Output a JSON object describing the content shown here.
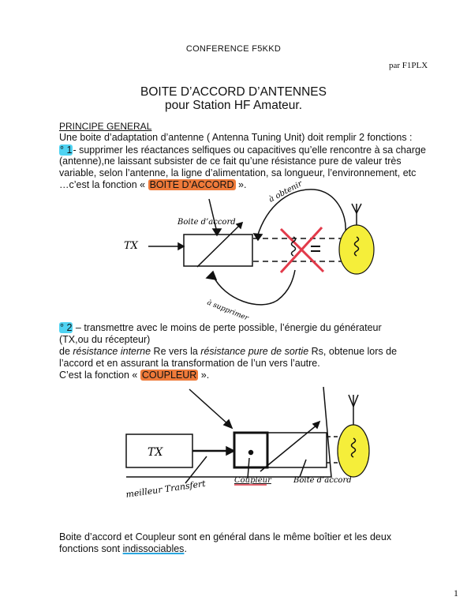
{
  "header": {
    "conference": "CONFERENCE  F5KKD",
    "author": "par  F1PLX"
  },
  "title": {
    "line1": "BOITE D’ACCORD D’ANTENNES",
    "line2": "pour Station  HF  Amateur."
  },
  "section_title": "PRINCIPE GENERAL",
  "intro": {
    "prefix": "Une ",
    "term": "boite d’adaptation d’antenne",
    "suffix": "  ( Antenna Tuning Unit) doit remplir 2 fonctions :"
  },
  "point1": {
    "marker": "° 1",
    "line1": "- supprimer les réactances selfiques ou capacitives qu’elle rencontre à sa charge",
    "line2": "(antenne),ne laissant subsister de ce fait qu’une résistance pure de valeur très",
    "line3": "variable, selon l’antenne, la ligne d’alimentation, sa longueur, l’environnement, etc",
    "line4_prefix": "…c’est la fonction « ",
    "function_name": "BOITE  D’ACCORD",
    "line4_suffix": " »."
  },
  "diagram1": {
    "tx_label": "TX",
    "box_label": "Boite d’accord",
    "obtain_label": "à obtenir",
    "suppress_label": "à supprimer"
  },
  "point2": {
    "marker": "° 2",
    "line1": " – transmettre avec le moins de perte possible, l’énergie du générateur",
    "line2": "(TX,ou du récepteur)",
    "line3_prefix": "de ",
    "line3_italic1": "résistance interne",
    "line3_mid": " Re vers la ",
    "line3_italic2": "résistance pure de sortie",
    "line3_suffix": " Rs, obtenue lors de",
    "line4": "l’accord et en assurant la transformation de l’un vers l’autre.",
    "line5_prefix": "C’est la fonction « ",
    "function_name": "COUPLEUR",
    "line5_suffix": " »."
  },
  "diagram2": {
    "tx_label": "TX",
    "best_transfer_label": "meilleur Transfert",
    "coupler_label": "Coupleur",
    "box_label": "Boite d’accord"
  },
  "conclusion": {
    "line1": "Boite d’accord et Coupleur sont en général dans le même boîtier et les deux",
    "line2_prefix": "fonctions sont ",
    "line2_underlined": "indissociables",
    "line2_suffix": "."
  },
  "page_number": "1",
  "colors": {
    "highlight_blue": "#4fd3f2",
    "highlight_orange": "#ee7a3a",
    "antenna_yellow": "#f5ee3a",
    "cross_red": "#e23a4a"
  }
}
